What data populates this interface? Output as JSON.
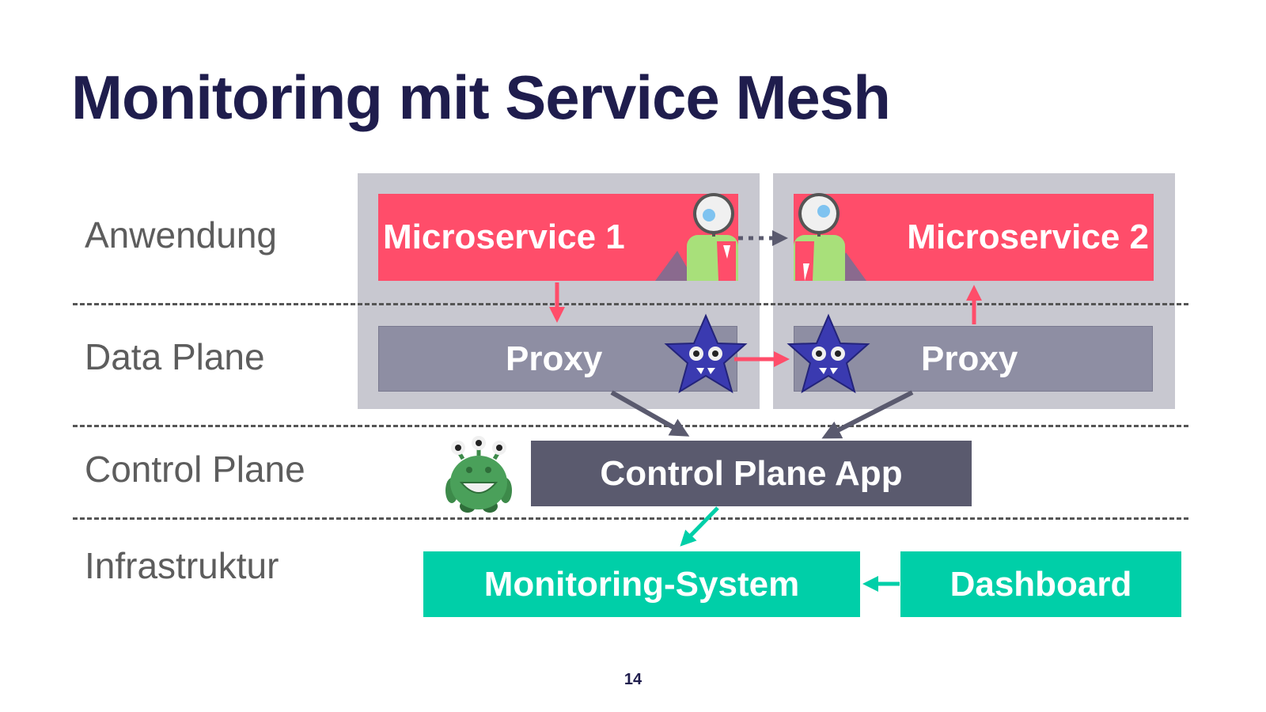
{
  "title": "Monitoring mit Service Mesh",
  "layers": {
    "application": "Anwendung",
    "data_plane": "Data Plane",
    "control_plane": "Control Plane",
    "infrastructure": "Infrastruktur"
  },
  "boxes": {
    "microservice1": "Microservice 1",
    "microservice2": "Microservice 2",
    "proxy1": "Proxy",
    "proxy2": "Proxy",
    "control_plane_app": "Control Plane App",
    "monitoring_system": "Monitoring-System",
    "dashboard": "Dashboard"
  },
  "colors": {
    "title": "#1f1d4d",
    "microservice": "#ff4d6a",
    "proxy": "#8e8ea3",
    "control_plane_app": "#5a5a6e",
    "infrastructure": "#00cfa8",
    "container": "#c8c8d0"
  },
  "icons": [
    "one-eyed-monster-icon",
    "star-monster-icon",
    "three-eyed-monster-icon"
  ],
  "page_number": "14"
}
